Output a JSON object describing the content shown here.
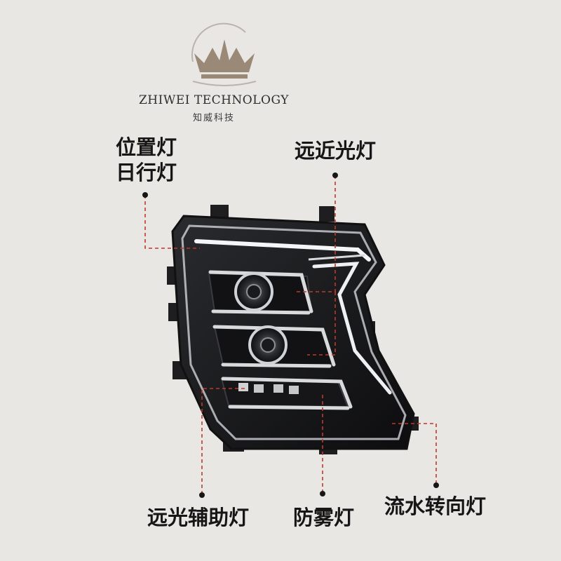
{
  "brand": {
    "name": "ZHIWEI TECHNOLOGY",
    "subtitle": "知威科技",
    "logo_icon": "crown-icon"
  },
  "labels": {
    "position_light": "位置灯",
    "daytime_running_light": "日行灯",
    "high_low_beam": "远近光灯",
    "auxiliary_high_beam": "远光辅助灯",
    "fog_light": "防雾灯",
    "sequential_turn_signal": "流水转向灯"
  },
  "colors": {
    "background": "#e9e7e4",
    "leader_line": "#c0392b",
    "label_text": "#161616",
    "housing": "#1b1b1d",
    "chrome": "#d9dadc"
  }
}
